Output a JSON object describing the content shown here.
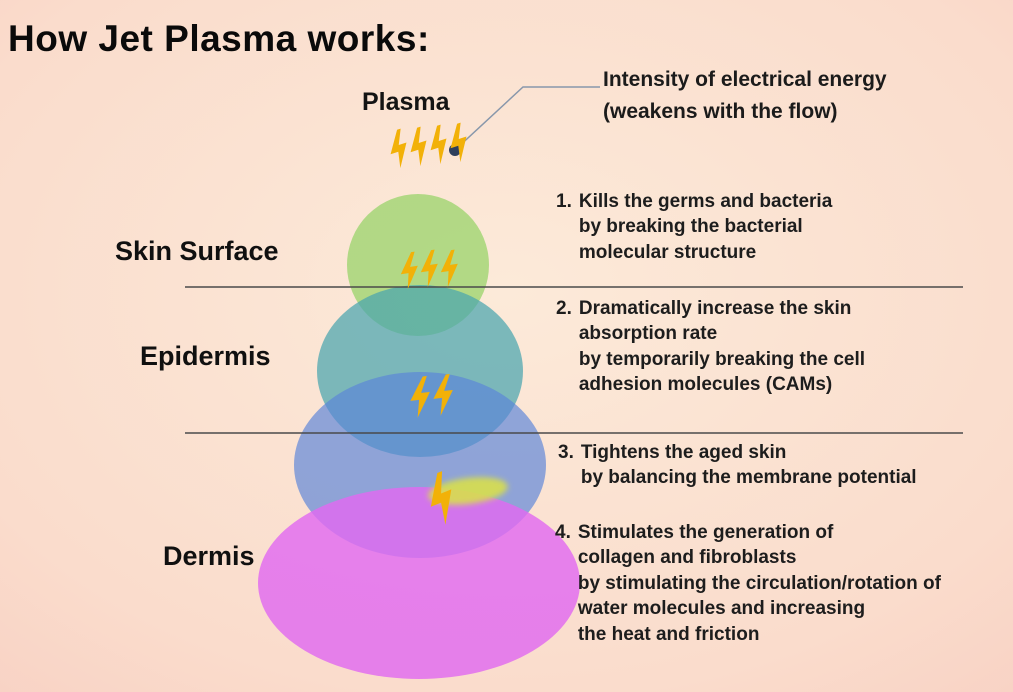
{
  "title": "How Jet Plasma works:",
  "diagram": {
    "plasma_label": "Plasma",
    "callout": "Intensity of electrical energy\n(weakens with the flow)",
    "layers": [
      {
        "label": "Skin Surface"
      },
      {
        "label": "Epidermis"
      },
      {
        "label": "Dermis"
      }
    ]
  },
  "annotations": [
    {
      "num": "1.",
      "text": "Kills the germs and bacteria\nby breaking the bacterial\nmolecular structure"
    },
    {
      "num": "2.",
      "text": "Dramatically increase the skin\nabsorption rate\nby temporarily breaking the cell\nadhesion molecules (CAMs)"
    },
    {
      "num": "3.",
      "text": "Tightens the aged skin\nby balancing the membrane potential"
    },
    {
      "num": "4.",
      "text": "Stimulates the generation of\ncollagen and fibroblasts\nby stimulating the circulation/rotation of\nwater molecules and increasing\nthe heat and friction"
    }
  ],
  "colors": {
    "skin_surface_green": "#9fd470",
    "epidermis_teal": "#4aa5ae",
    "mid_blue": "#5b85d8",
    "dermis_magenta": "#e06af0",
    "bolt_yellow": "#f2b108",
    "smudge_yellow": "#d8df4d",
    "divider_gray": "#4a4a4a",
    "callout_line": "#8897ab",
    "callout_dot": "#2e3f5c"
  }
}
